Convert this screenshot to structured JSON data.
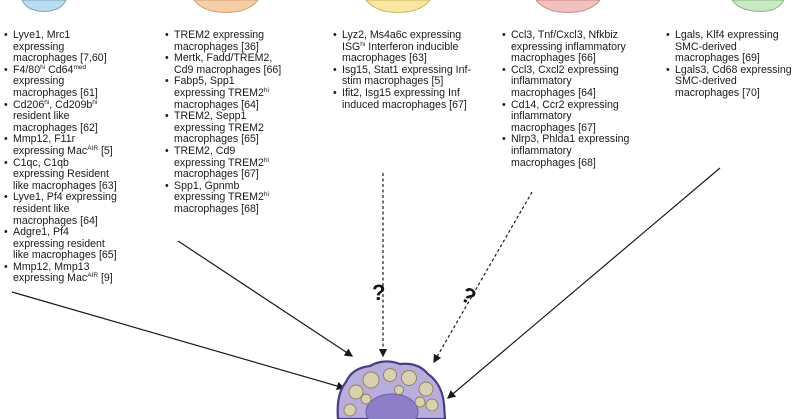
{
  "columns": [
    {
      "id": "resident",
      "color": "#b9dcee",
      "items": [
        [
          "Lyve1, Mrc1 expressing macrophages [7,60]"
        ],
        [
          "F4/80",
          {
            "sup": "hi"
          },
          " Cd64",
          {
            "sup": "med"
          },
          " expressing macrophages [61]"
        ],
        [
          "Cd206",
          {
            "sup": "hi"
          },
          ", Cd209b",
          {
            "sup": "hi"
          },
          " resident like macrophages [62]"
        ],
        [
          "Mmp12, F11r expressing Mac",
          {
            "sup": "AIR"
          },
          " [5]"
        ],
        [
          "C1qc, C1qb expressing Resident like macrophages [63]"
        ],
        [
          "Lyve1, Pf4 expressing resident like macrophages [64]"
        ],
        [
          "Adgre1, Pf4 expressing resident like macrophages [65]"
        ],
        [
          "Mmp12, Mmp13 expressing Mac",
          {
            "sup": "AIR"
          },
          " [9]"
        ]
      ]
    },
    {
      "id": "trem2",
      "color": "#f6cfa8",
      "items": [
        [
          "TREM2 expressing macrophages [36]"
        ],
        [
          "Mertk, Fadd/TREM2, Cd9 macrophages [66]"
        ],
        [
          "Fabp5, Spp1 expressing TREM2",
          {
            "sup": "hi"
          },
          " macrophages [64]"
        ],
        [
          "TREM2, Sepp1 expressing TREM2 macrophages [65]"
        ],
        [
          "TREM2, Cd9 expressing TREM2",
          {
            "sup": "hi"
          },
          " macrophages [67]"
        ],
        [
          "Spp1, Gpnmb expressing TREM2",
          {
            "sup": "hi"
          },
          " macrophages [68]"
        ]
      ]
    },
    {
      "id": "interferon",
      "color": "#f8e7a2",
      "items": [
        [
          "Lyz2, Ms4a6c expressing ISG",
          {
            "sup": "hi"
          },
          " Interferon inducible macrophages [63]"
        ],
        [
          "Isg15, Stat1 expressing Inf-stim macrophages [5]"
        ],
        [
          "Ifit2, Isg15 expressing Inf induced macrophages [67]"
        ]
      ]
    },
    {
      "id": "inflammatory",
      "color": "#f3c0c0",
      "items": [
        [
          "Ccl3, Tnf/Cxcl3, Nfkbiz expressing inflammatory macrophages [66]"
        ],
        [
          "Ccl3, Cxcl2 expressing inflammatory macrophages [64]"
        ],
        [
          "Cd14, Ccr2 expressing inflammatory macrophages [67]"
        ],
        [
          "Nlrp3, Phlda1 expressing inflammatory macrophages [68]"
        ]
      ]
    },
    {
      "id": "smc-derived",
      "color": "#c9e8c4",
      "items": [
        [
          "Lgals, Klf4 expressing SMC-derived macrophages [69]"
        ],
        [
          "Lgals3, Cd68 expressing SMC-derived macrophages [70]"
        ]
      ]
    }
  ],
  "question_mark": "?",
  "colors": {
    "text": "#1a1a1a",
    "arrow": "#1a1a1a",
    "cell_body": "#b9aedb",
    "cell_outline": "#4a3c86",
    "nucleus": "#8c7fc8",
    "granule": "#d9d0b0",
    "granule_outline": "#8a8060"
  }
}
